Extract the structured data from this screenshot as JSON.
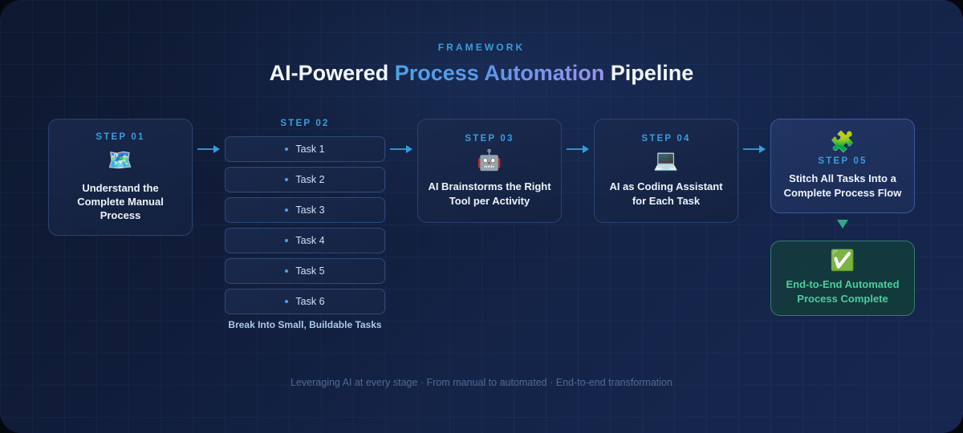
{
  "header": {
    "eyebrow": "FRAMEWORK",
    "title_part1": "AI-Powered ",
    "title_highlight": "Process Automation",
    "title_part3": " Pipeline"
  },
  "accent_colors": {
    "step_label": "#3e9bdd",
    "arrow": "#2f9ee0",
    "success_green": "#49cf9a",
    "success_border": "#2f7f6c",
    "title_gradient_from": "#4da3e8",
    "title_gradient_to": "#9d92ef",
    "page_background_from": "#0e1830",
    "page_background_to": "#17264f"
  },
  "steps": {
    "step01": {
      "label": "STEP 01",
      "icon": "map-icon",
      "icon_glyph": "🗺️",
      "text": "Understand the Complete Manual Process"
    },
    "step02": {
      "label": "STEP 02",
      "caption": "Break Into Small, Buildable Tasks",
      "tasks": [
        {
          "label": "Task 1"
        },
        {
          "label": "Task 2"
        },
        {
          "label": "Task 3"
        },
        {
          "label": "Task 4"
        },
        {
          "label": "Task 5"
        },
        {
          "label": "Task 6"
        }
      ]
    },
    "step03": {
      "label": "STEP 03",
      "icon": "robot-icon",
      "icon_glyph": "🤖",
      "text": "AI Brainstorms the Right Tool per Activity"
    },
    "step04": {
      "label": "STEP 04",
      "icon": "laptop-icon",
      "icon_glyph": "💻",
      "text": "AI as Coding Assistant for Each Task"
    },
    "step05": {
      "label": "STEP 05",
      "icon": "puzzle-piece-icon",
      "icon_glyph": "🧩",
      "text": "Stitch All Tasks Into a Complete Process Flow"
    },
    "final": {
      "icon": "check-mark-icon",
      "icon_glyph": "✅",
      "text": "End-to-End Automated Process Complete"
    }
  },
  "footer": {
    "text": "Leveraging AI at every stage · From manual to automated · End-to-end transformation"
  }
}
